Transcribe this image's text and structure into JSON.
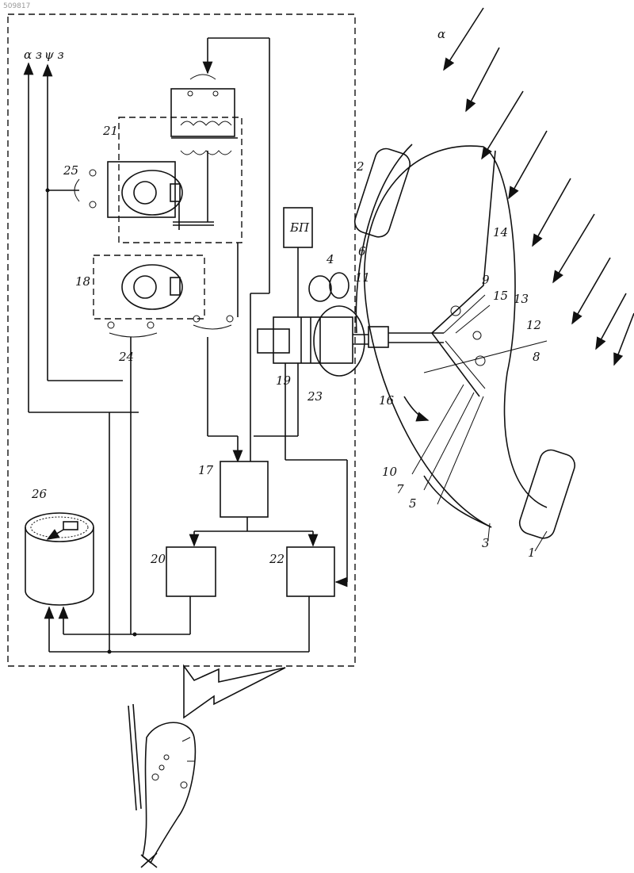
{
  "header": {
    "corner_number": "509817"
  },
  "labels": {
    "l1": "1",
    "l2": "2",
    "l3": "3",
    "l4": "4",
    "l5": "5",
    "l6": "6",
    "l7": "7",
    "l8": "8",
    "l9": "9",
    "l10": "10",
    "l11": "11",
    "l12": "12",
    "l13": "13",
    "l14": "14",
    "l15": "15",
    "l16": "16",
    "l17": "17",
    "l18": "18",
    "l19": "19",
    "l20": "20",
    "l21": "21",
    "l22": "22",
    "l23": "23",
    "l24": "24",
    "l25": "25",
    "l26": "26",
    "bp": "БП",
    "alpha": "α",
    "out_alpha": "α з",
    "out_psi": "ψ з"
  }
}
